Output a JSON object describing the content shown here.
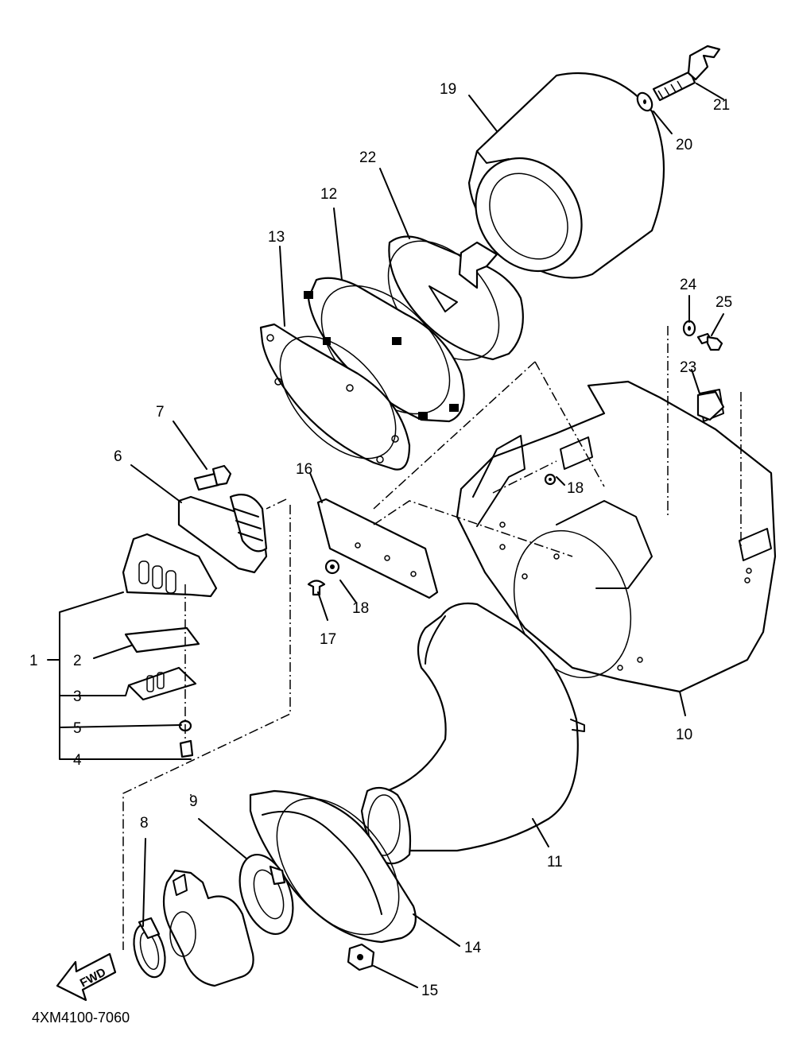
{
  "callouts": {
    "c1": "1",
    "c2": "2",
    "c3": "3",
    "c4": "4",
    "c5": "5",
    "c6": "6",
    "c7": "7",
    "c8": "8",
    "c9": "9",
    "c10": "10",
    "c11": "11",
    "c12": "12",
    "c13": "13",
    "c14": "14",
    "c15": "15",
    "c16": "16",
    "c17": "17",
    "c18a": "18",
    "c18b": "18",
    "c19": "19",
    "c20": "20",
    "c21": "21",
    "c22": "22",
    "c23": "23",
    "c24": "24",
    "c25": "25"
  },
  "fwd_label": "FWD",
  "diagram_code": "4XM4100-7060"
}
